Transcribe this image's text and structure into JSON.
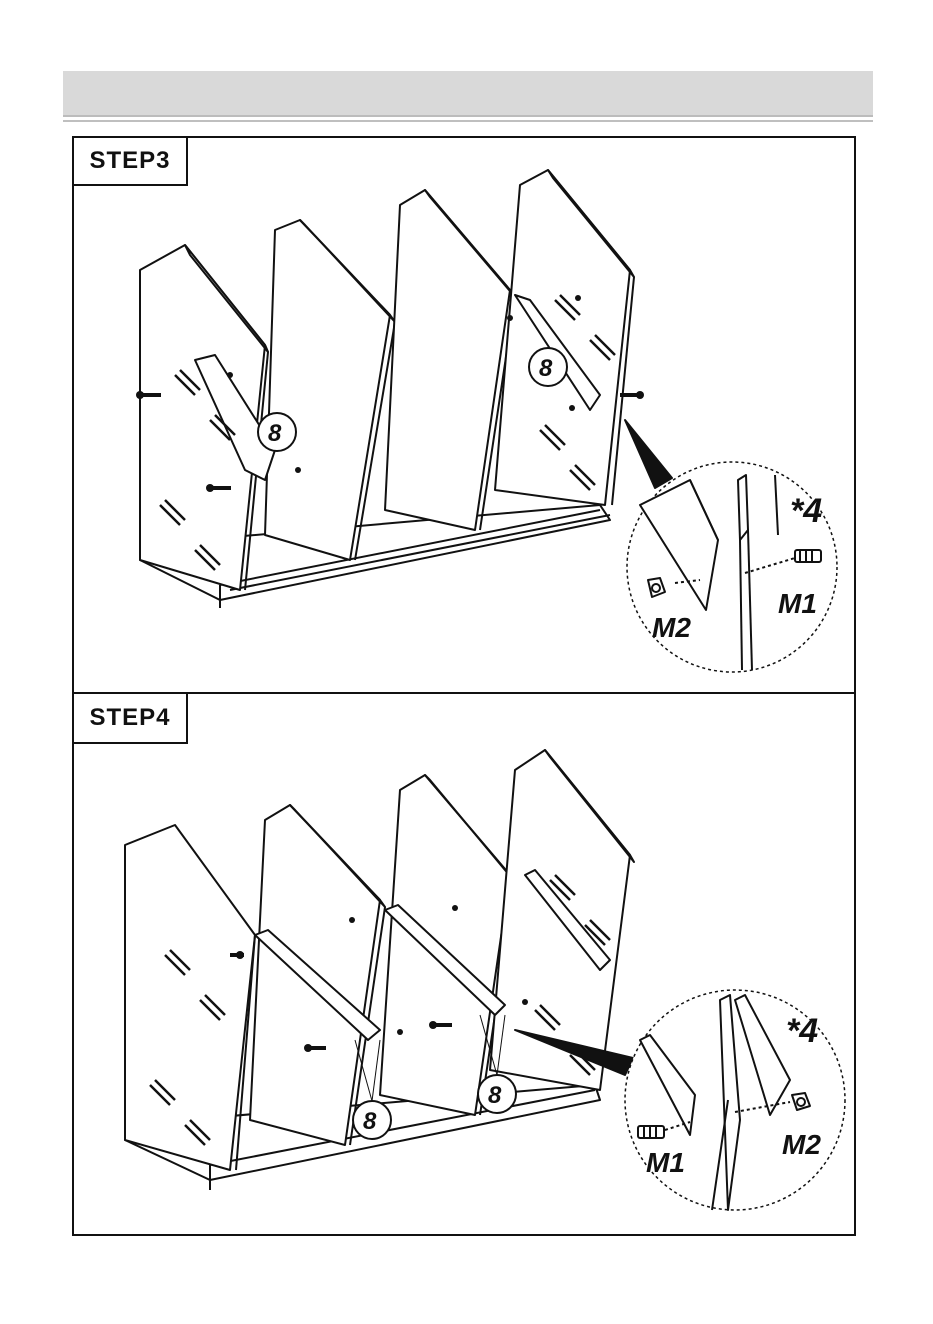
{
  "step3": {
    "label": "STEP3",
    "part_number": "8",
    "callout": {
      "quantity": "*4",
      "bolt": "M1",
      "nut": "M2"
    }
  },
  "step4": {
    "label": "STEP4",
    "part_number": "8",
    "callout": {
      "quantity": "*4",
      "bolt": "M1",
      "nut": "M2"
    }
  }
}
